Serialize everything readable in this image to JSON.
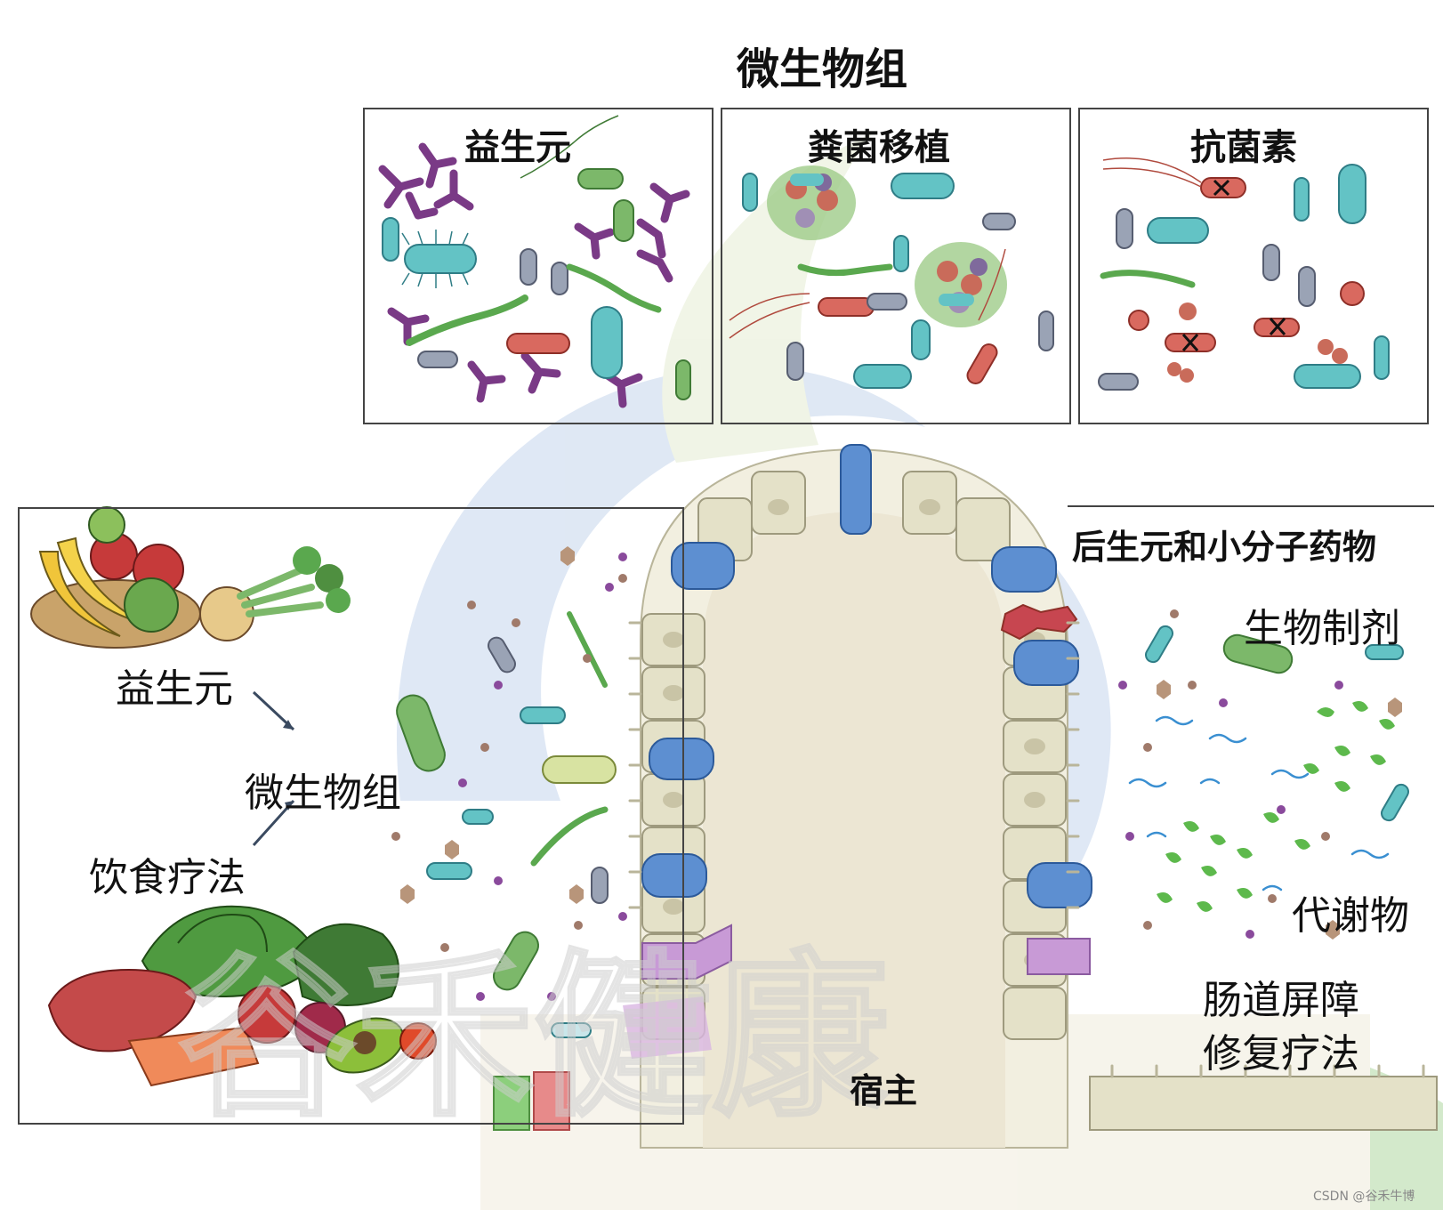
{
  "title": "微生物组",
  "top_panels": [
    {
      "label": "益生元"
    },
    {
      "label": "粪菌移植"
    },
    {
      "label": "抗菌素"
    }
  ],
  "left_panel": {
    "prebiotic_label": "益生元",
    "microbiome_label": "微生物组",
    "diet_label": "饮食疗法"
  },
  "right_panel": {
    "heading": "后生元和小分子药物",
    "biologics": "生物制剂",
    "metabolites": "代谢物",
    "barrier_line1": "肠道屏障",
    "barrier_line2": "修复疗法"
  },
  "host_label": "宿主",
  "watermark_text": "谷禾健康",
  "credit": "CSDN @谷禾牛博",
  "colors": {
    "purple_bacteria": "#9b59a6",
    "green_bacteria": "#7cb86a",
    "teal_bacteria": "#5fc4c4",
    "gray_bacteria": "#9aa3b5",
    "red_bacteria": "#d9695f",
    "epithelium": "#e8e6d2",
    "goblet_blue": "#5d8fd1",
    "paneth_purple": "#c89ad6"
  }
}
